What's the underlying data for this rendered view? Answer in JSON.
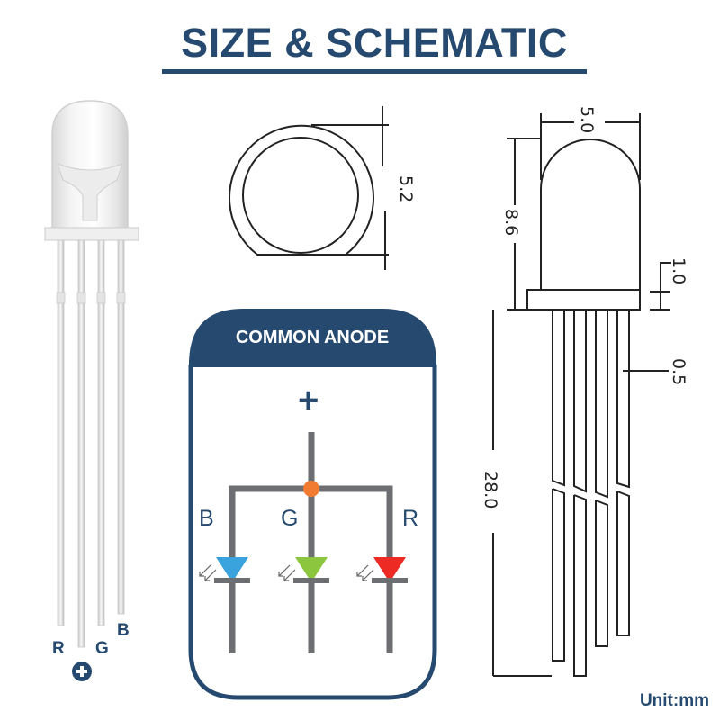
{
  "header": {
    "title": "SIZE & SCHEMATIC"
  },
  "photo": {
    "pin_labels": {
      "red": "R",
      "green": "G",
      "blue": "B"
    },
    "anode_icon": "plus-circle-icon"
  },
  "top_view": {
    "diameter_label": "5.2"
  },
  "side_view": {
    "width_label": "5.0",
    "height_label": "8.6",
    "flange_label": "1.0",
    "pin_width_label": "0.5",
    "pin_length_label": "28.0"
  },
  "schematic": {
    "title": "COMMON ANODE",
    "supply_symbol": "+",
    "leds": [
      {
        "label": "B",
        "color": "#3aa3dd"
      },
      {
        "label": "G",
        "color": "#8cc63f"
      },
      {
        "label": "R",
        "color": "#ee2a24"
      }
    ],
    "junction_color": "#f07b31",
    "wire_color": "#6d6e71",
    "frame_color": "#26496f"
  },
  "footer": {
    "unit": "Unit:mm"
  }
}
